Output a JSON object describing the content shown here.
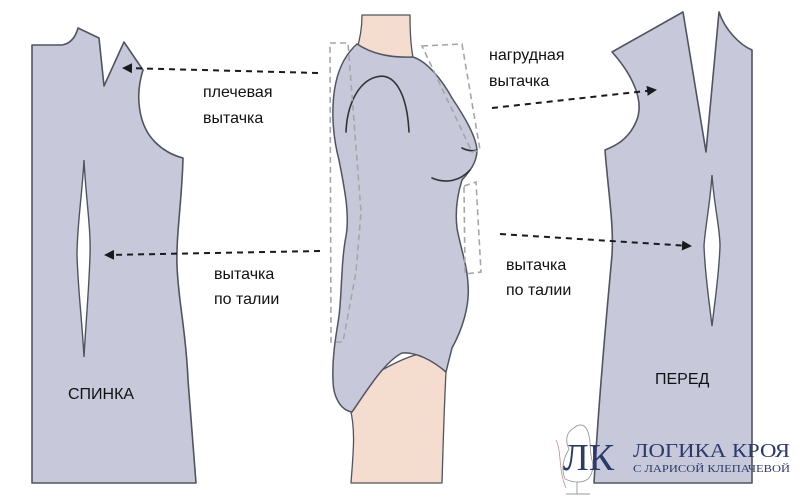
{
  "pieces": {
    "back": {
      "title": "СПИНКА"
    },
    "front": {
      "title": "ПЕРЕД"
    }
  },
  "callouts": {
    "shoulder_dart": {
      "line1": "плечевая",
      "line2": "вытачка"
    },
    "bust_dart": {
      "line1": "нагрудная",
      "line2": "вытачка"
    },
    "back_waist_dart": {
      "line1": "вытачка",
      "line2": "по талии"
    },
    "front_waist_dart": {
      "line1": "вытачка",
      "line2": "по талии"
    }
  },
  "logo": {
    "mark": "ЛК",
    "name": "ЛОГИКА КРОЯ",
    "tagline": "С ЛАРИСОЙ КЛЕПАЧЕВОЙ"
  },
  "colors": {
    "pattern_fill": "#c7c9da",
    "outline": "#50545e",
    "skin": "#f4dccf",
    "guide_dash": "#a6a6a6",
    "arrow": "#1a1a1a",
    "logo": "#2a3a6b"
  }
}
